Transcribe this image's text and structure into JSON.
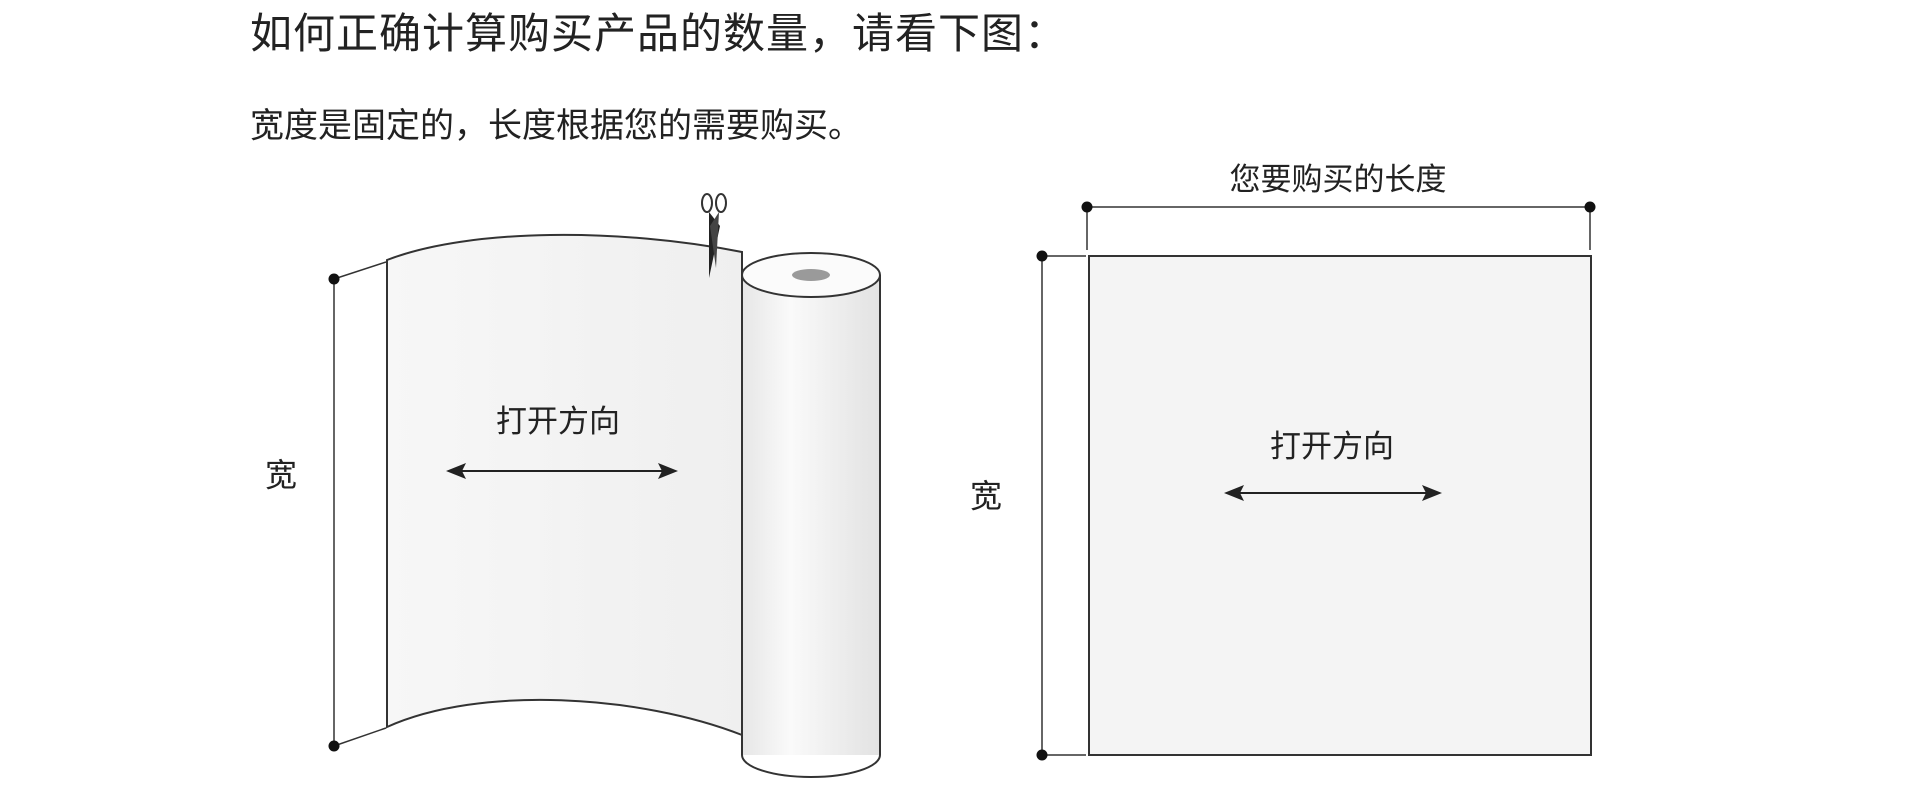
{
  "heading": "如何正确计算购买产品的数量，请看下图：",
  "subheading": "宽度是固定的，长度根据您的需要购买。",
  "left_diagram": {
    "width_label": "宽",
    "direction_label": "打开方向",
    "scissors_icon": "scissors-icon"
  },
  "right_diagram": {
    "length_label": "您要购买的长度",
    "width_label": "宽",
    "direction_label": "打开方向"
  },
  "colors": {
    "fabric_fill": "#f4f4f4",
    "outline": "#333333",
    "roll_core": "#9a9a9a",
    "text": "#222222"
  }
}
